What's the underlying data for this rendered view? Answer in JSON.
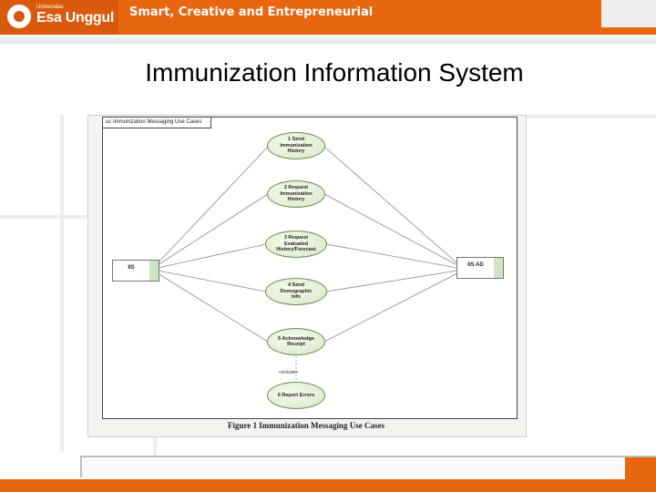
{
  "header": {
    "logo_small": "Universitas",
    "logo_text": "Esa Unggul",
    "tagline": "Smart, Creative and Entrepreneurial",
    "accent_color": "#e8660f"
  },
  "slide": {
    "title": "Immunization Information System"
  },
  "diagram": {
    "tab_label": "uc Immunization Messaging Use Cases",
    "actors": [
      {
        "label": "IIS"
      },
      {
        "label": "IIS AD"
      }
    ],
    "use_cases": [
      {
        "label": "1 Send\nImmunization\nHistory"
      },
      {
        "label": "2 Request\nImmunization\nHistory"
      },
      {
        "label": "3 Request Evaluated\nHistory/Forecast"
      },
      {
        "label": "4 Send Demographic\nInfo"
      },
      {
        "label": "5 Acknowledge\nReceipt"
      },
      {
        "label": "6 Report Errors"
      }
    ],
    "stereotype": "«include»",
    "caption": "Figure 1 Immunization Messaging Use Cases"
  }
}
